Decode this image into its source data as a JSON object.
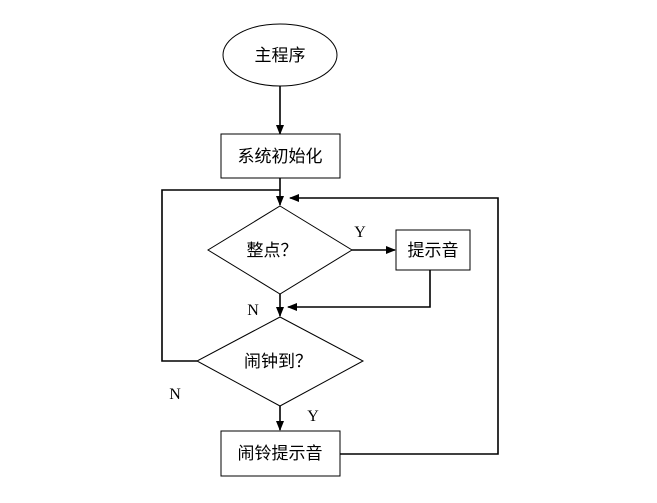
{
  "nodes": {
    "start": "主程序",
    "init": "系统初始化",
    "hour_check": "整点？",
    "chime": "提示音",
    "alarm_check": "闹钟到？",
    "alarm_chime": "闹铃提示音"
  },
  "edge_labels": {
    "hour_yes": "Y",
    "hour_no": "N",
    "alarm_no": "N",
    "alarm_yes": "Y"
  }
}
